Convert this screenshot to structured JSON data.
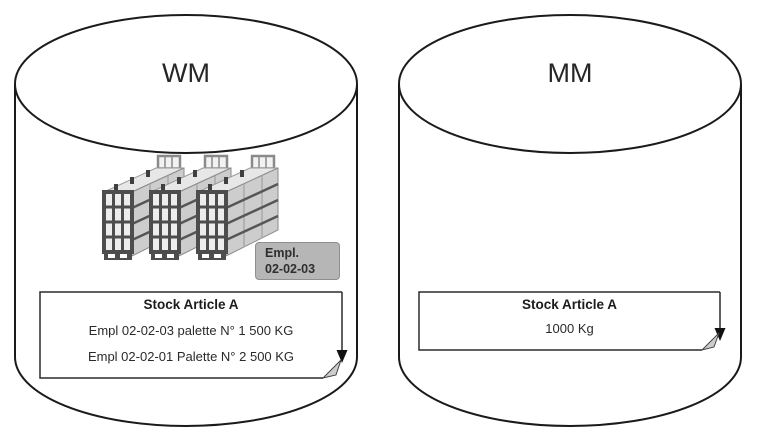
{
  "diagram": {
    "wm": {
      "title": "WM",
      "location_label": {
        "line1": "Empl.",
        "line2": "02-02-03"
      },
      "note": {
        "title": "Stock Article A",
        "line1": "Empl 02-02-03 palette N° 1 500 KG",
        "line2": "Empl 02-02-01 Palette N° 2 500 KG"
      }
    },
    "mm": {
      "title": "MM",
      "note": {
        "title": "Stock Article A",
        "line1": "1000 Kg"
      }
    },
    "colors": {
      "outline": "#1a1a1a",
      "label_bg": "#b6b6b6",
      "fold_fill": "#cccccc",
      "rack_dark": "#4d4d4d",
      "rack_light": "#cdcdcd"
    }
  }
}
